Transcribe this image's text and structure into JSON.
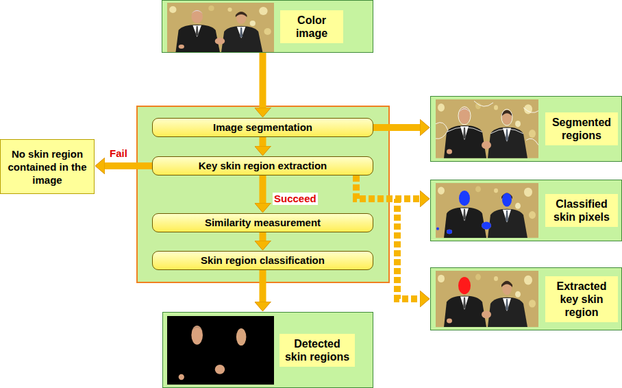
{
  "diagram": {
    "nodes": [
      {
        "text": [
          "Color image"
        ]
      },
      {
        "text": [
          "Image segmentation"
        ]
      },
      {
        "text": [
          "Segmented regions"
        ]
      },
      {
        "text": [
          "No skin region contained in the image"
        ]
      },
      {
        "text": [
          "Key skin region extraction"
        ]
      },
      {
        "text": [
          "Classified skin pixels"
        ]
      },
      {
        "text": [
          "Similarity measurement"
        ]
      },
      {
        "text": [
          "Skin region classification"
        ]
      },
      {
        "text": [
          "Extracted key skin region"
        ]
      },
      {
        "text": [
          "Detected skin regions"
        ]
      }
    ],
    "edges": [
      {
        "from": 0,
        "to": 1,
        "arrow": "to"
      },
      {
        "from": 1,
        "to": 2,
        "arrow": "to"
      },
      {
        "from": 1,
        "to": 4,
        "arrow": "to"
      },
      {
        "from": 4,
        "to": 3,
        "label": "Fail",
        "arrow": "to"
      },
      {
        "from": 4,
        "to": 6,
        "arrow": "to"
      },
      {
        "from": 4,
        "to": 5,
        "label": "Succeed",
        "arrow": "to"
      },
      {
        "from": 4,
        "to": 8,
        "arrow": "to"
      },
      {
        "from": 6,
        "to": 7,
        "arrow": "to"
      },
      {
        "from": 7,
        "to": 9,
        "arrow": "to"
      }
    ]
  }
}
